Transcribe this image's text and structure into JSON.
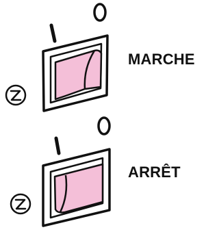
{
  "switches": [
    {
      "label": "MARCHE",
      "state": "on",
      "symbol_on": "I",
      "symbol_off": "O",
      "icon": "rotation-indicator-icon"
    },
    {
      "label": "ARRÊT",
      "state": "off",
      "symbol_on": "I",
      "symbol_off": "O",
      "icon": "rotation-indicator-icon"
    }
  ],
  "colors": {
    "rocker_fill": "#f4bfd8",
    "outline": "#111111",
    "background": "#ffffff"
  }
}
